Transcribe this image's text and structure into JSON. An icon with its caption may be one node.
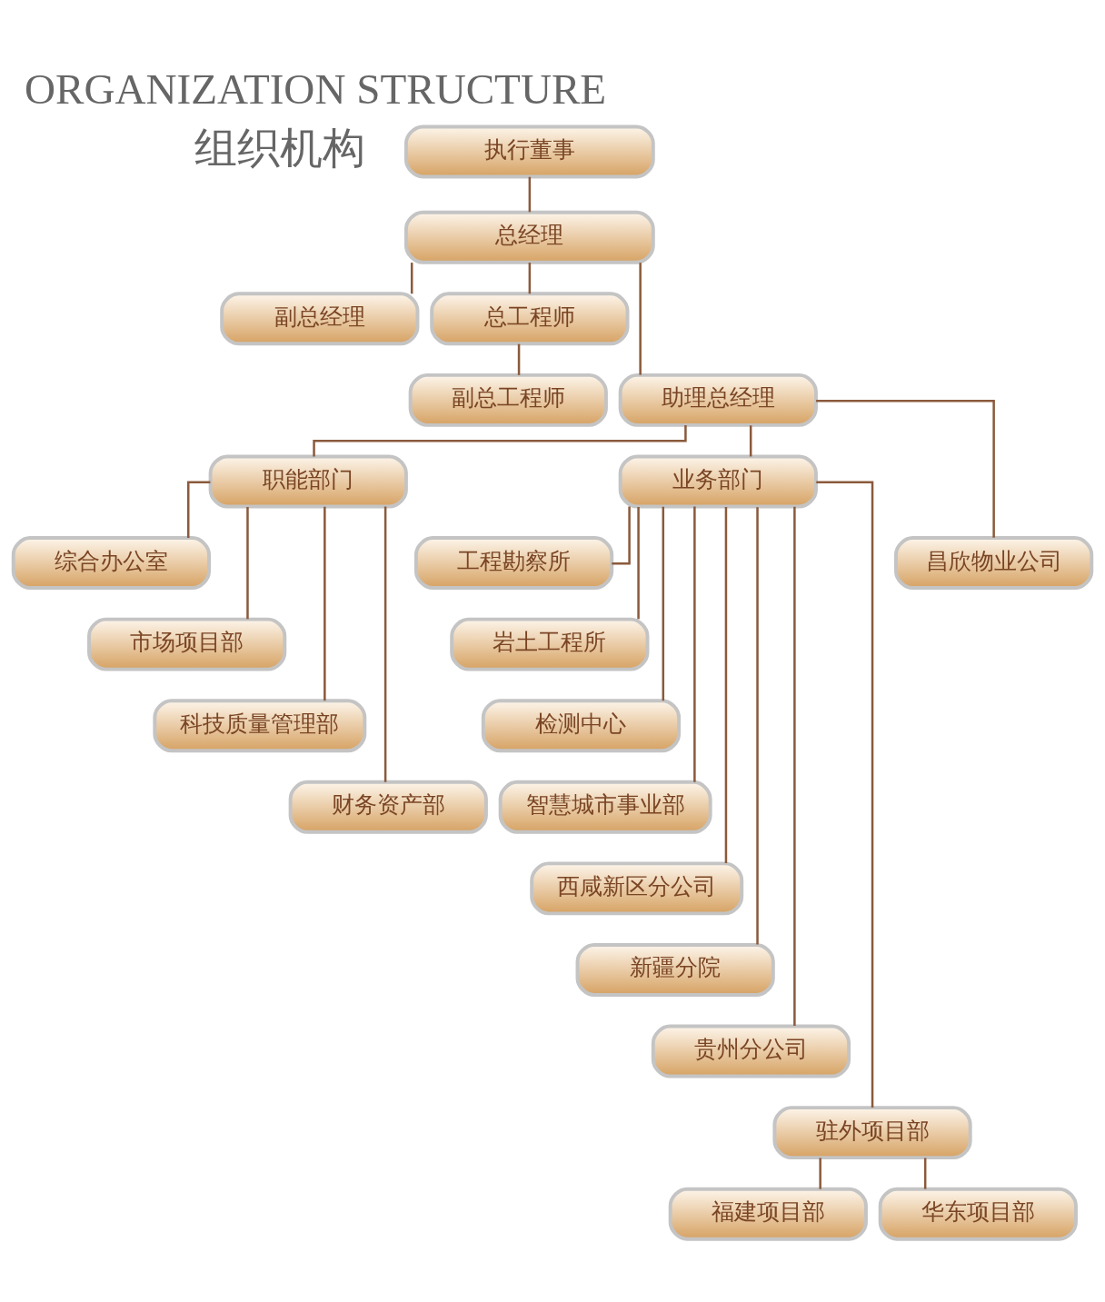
{
  "diagram": {
    "title": "ORGANIZATION STRUCTURE",
    "nodes": [
      {
        "text": [
          "执行董事"
        ]
      },
      {
        "text": [
          "总经理"
        ]
      },
      {
        "text": [
          "副总经理"
        ]
      },
      {
        "text": [
          "总工程师"
        ]
      },
      {
        "text": [
          "助理总经理"
        ]
      },
      {
        "text": [
          "副总工程师"
        ]
      },
      {
        "text": [
          "职能部门"
        ]
      },
      {
        "text": [
          "业务部门"
        ]
      },
      {
        "text": [
          "综合办公室"
        ]
      },
      {
        "text": [
          "昌欣物业公司"
        ]
      },
      {
        "text": [
          "工程勘察所"
        ]
      },
      {
        "text": [
          "市场项目部"
        ]
      },
      {
        "text": [
          "岩土工程所"
        ]
      },
      {
        "text": [
          "科技质量管理部"
        ]
      },
      {
        "text": [
          "检测中心"
        ]
      },
      {
        "text": [
          "财务资产部"
        ]
      },
      {
        "text": [
          "智慧城市事业部"
        ]
      },
      {
        "text": [
          "西咸新区分公司"
        ]
      },
      {
        "text": [
          "新疆分院"
        ]
      },
      {
        "text": [
          "贵州分公司"
        ]
      },
      {
        "text": [
          "福建项目部"
        ]
      },
      {
        "text": [
          "驻外项目部"
        ]
      },
      {
        "text": [
          "华东项目部"
        ]
      }
    ],
    "edges": [
      {
        "from": 0,
        "to": 1,
        "arrow": "none"
      },
      {
        "from": 1,
        "to": 2,
        "arrow": "none"
      },
      {
        "from": 1,
        "to": 3,
        "arrow": "none"
      },
      {
        "from": 1,
        "to": 4,
        "arrow": "none"
      },
      {
        "from": 3,
        "to": 5,
        "arrow": "none"
      },
      {
        "from": 4,
        "to": 6,
        "arrow": "none"
      },
      {
        "from": 4,
        "to": 7,
        "arrow": "none"
      },
      {
        "from": 4,
        "to": 9,
        "arrow": "none"
      },
      {
        "from": 6,
        "to": 8,
        "arrow": "none"
      },
      {
        "from": 6,
        "to": 11,
        "arrow": "none"
      },
      {
        "from": 6,
        "to": 13,
        "arrow": "none"
      },
      {
        "from": 6,
        "to": 15,
        "arrow": "none"
      },
      {
        "from": 7,
        "to": 10,
        "arrow": "none"
      },
      {
        "from": 7,
        "to": 12,
        "arrow": "none"
      },
      {
        "from": 7,
        "to": 14,
        "arrow": "none"
      },
      {
        "from": 7,
        "to": 16,
        "arrow": "none"
      },
      {
        "from": 7,
        "to": 17,
        "arrow": "none"
      },
      {
        "from": 7,
        "to": 18,
        "arrow": "none"
      },
      {
        "from": 7,
        "to": 19,
        "arrow": "none"
      },
      {
        "from": 7,
        "to": 21,
        "arrow": "none"
      },
      {
        "from": 21,
        "to": 20,
        "arrow": "none"
      },
      {
        "from": 21,
        "to": 22,
        "arrow": "none"
      }
    ],
    "labels": [
      "组织机构"
    ]
  }
}
